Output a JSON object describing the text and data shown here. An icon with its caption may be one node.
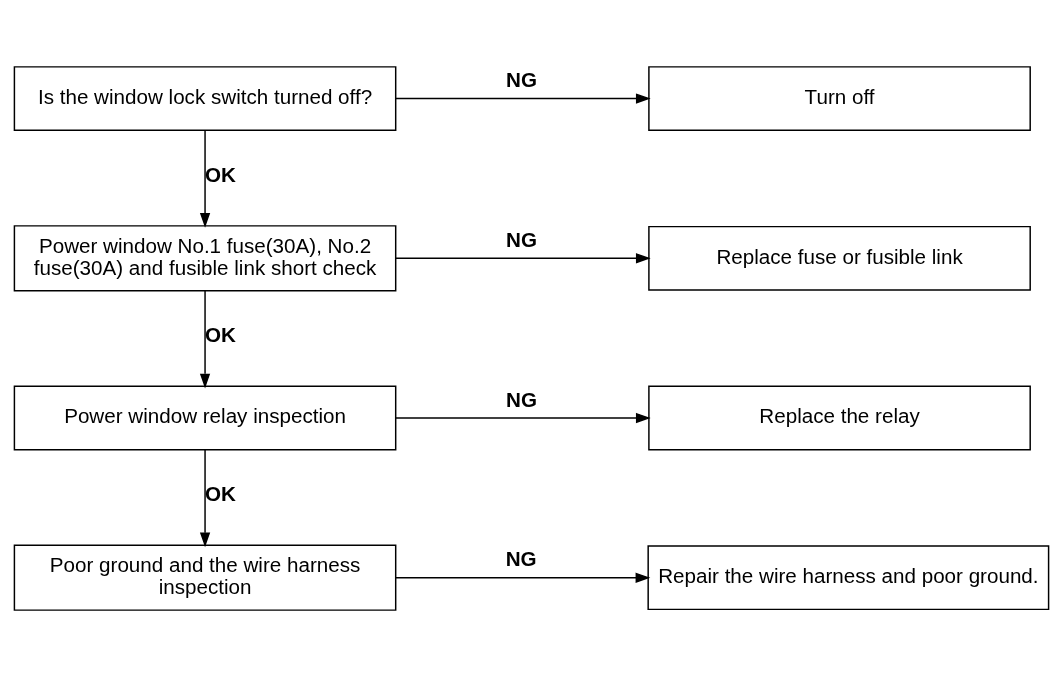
{
  "diagram": {
    "nodes": [
      {
        "text": [
          "Is the window lock switch turned off?"
        ]
      },
      {
        "text": [
          "Turn off"
        ]
      },
      {
        "text": [
          "Power window No.1 fuse(30A), No.2 fuse(30A) and fusible link short check"
        ]
      },
      {
        "text": [
          "Replace fuse or fusible link"
        ]
      },
      {
        "text": [
          "Power window relay inspection"
        ]
      },
      {
        "text": [
          "Replace the relay"
        ]
      },
      {
        "text": [
          "Poor ground and the wire harness inspection"
        ]
      },
      {
        "text": [
          "Repair the wire harness and poor ground."
        ]
      }
    ],
    "edges": [
      {
        "from": 0,
        "to": 1,
        "arrow": "to",
        "label": "NG"
      },
      {
        "from": 0,
        "to": 2,
        "arrow": "to",
        "label": "OK"
      },
      {
        "from": 2,
        "to": 3,
        "arrow": "to",
        "label": "NG"
      },
      {
        "from": 2,
        "to": 4,
        "arrow": "to",
        "label": "OK"
      },
      {
        "from": 4,
        "to": 5,
        "arrow": "to",
        "label": "NG"
      },
      {
        "from": 4,
        "to": 6,
        "arrow": "to",
        "label": "OK"
      },
      {
        "from": 6,
        "to": 7,
        "arrow": "to",
        "label": "NG"
      }
    ]
  }
}
